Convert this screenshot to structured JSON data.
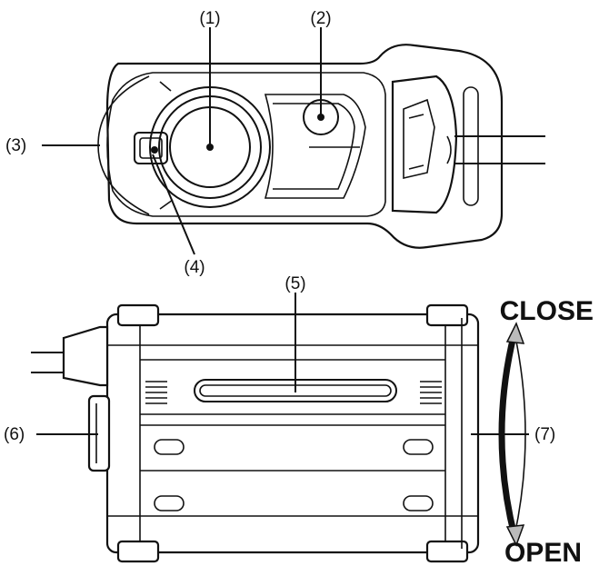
{
  "figure": {
    "callouts": {
      "c1": "(1)",
      "c2": "(2)",
      "c3": "(3)",
      "c4": "(4)",
      "c5": "(5)",
      "c6": "(6)",
      "c7": "(7)"
    },
    "direction": {
      "close": "CLOSE",
      "open": "OPEN"
    }
  }
}
